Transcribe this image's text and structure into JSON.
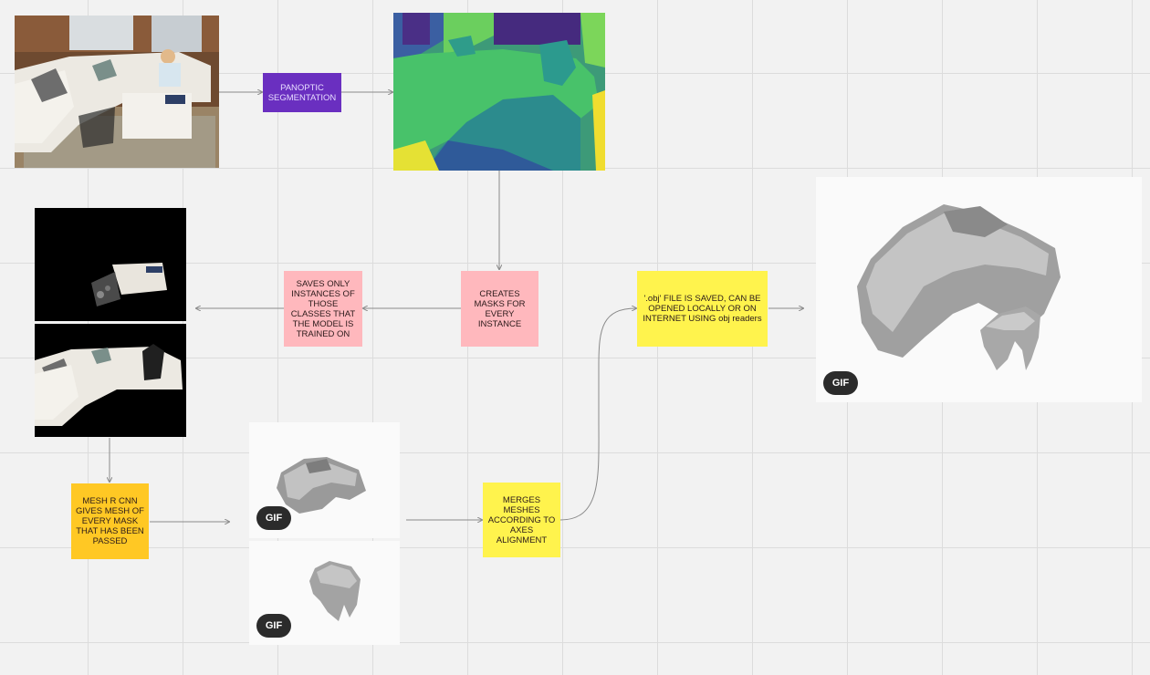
{
  "nodes": {
    "panoptic": "PANOPTIC SEGMENTATION",
    "creates_masks": "CREATES MASKS FOR EVERY INSTANCE",
    "saves_only": "SAVES ONLY INSTANCES OF THOSE CLASSES THAT THE MODEL IS TRAINED ON",
    "mesh_rcnn": "MESH R CNN GIVES MESH OF EVERY MASK THAT HAS BEEN PASSED",
    "merges": "MERGES MESHES ACCORDING TO AXES ALIGNMENT",
    "obj_saved": "'.obj' FILE IS SAVED, CAN BE OPENED LOCALLY OR ON INTERNET USING obj readers"
  },
  "badges": {
    "gif": "GIF"
  },
  "colors": {
    "panoptic_bg": "#6a2fc0",
    "panoptic_text": "#e7dcff",
    "pink_note": "#ffb8bd",
    "yellow_note": "#fff34d",
    "orange_note": "#ffc824",
    "connector": "#8a8a8a"
  },
  "icons": [
    "photo-living-room",
    "segmentation-map",
    "masked-ottoman",
    "masked-sofa",
    "mesh-sofa",
    "mesh-ottoman",
    "merged-mesh"
  ]
}
